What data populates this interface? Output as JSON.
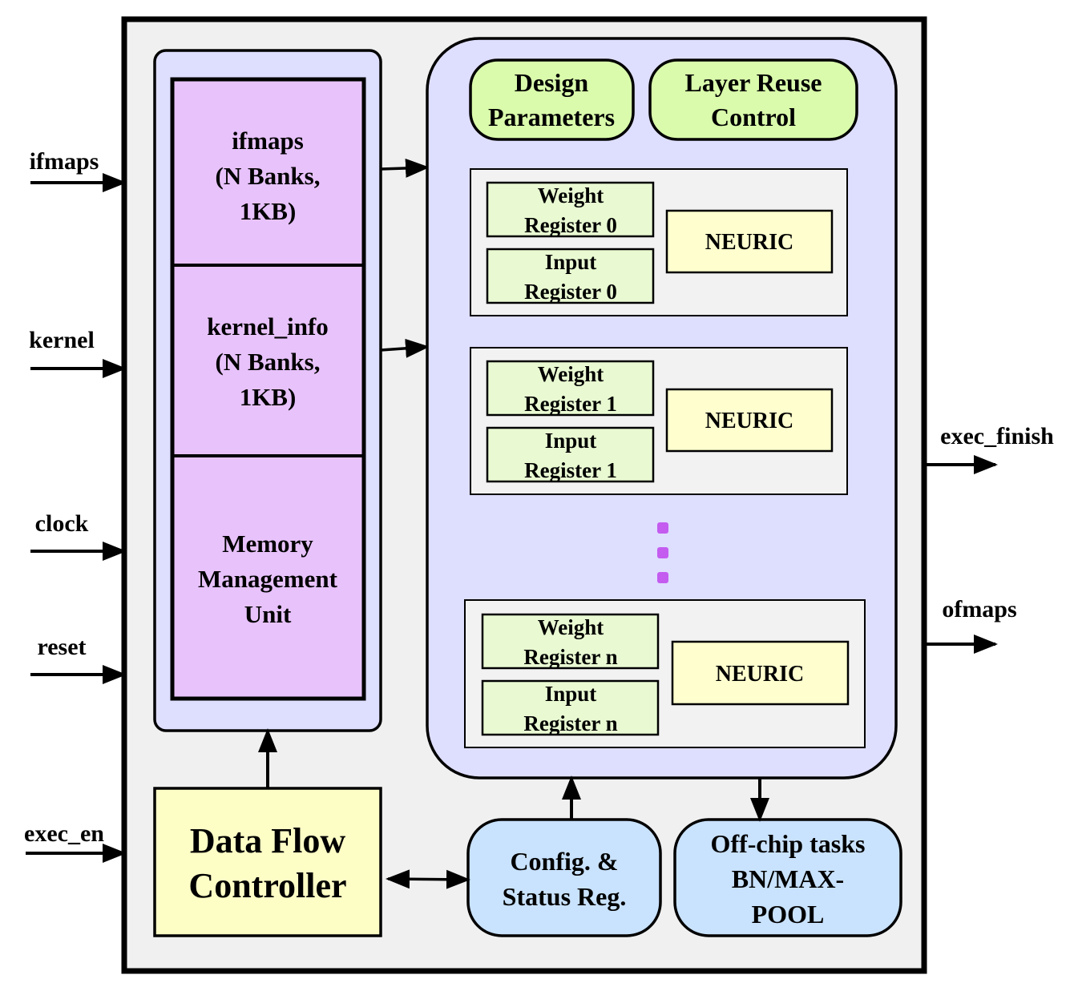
{
  "inputs": [
    "ifmaps",
    "kernel",
    "clock",
    "reset",
    "exec_en"
  ],
  "outputs": [
    "exec_finish",
    "ofmaps"
  ],
  "memory": [
    [
      "ifmaps",
      "(N Banks,",
      "1KB)"
    ],
    [
      "kernel_info",
      "(N Banks,",
      "1KB)"
    ],
    [
      "Memory",
      "Management",
      "Unit"
    ]
  ],
  "design_parameters": [
    "Design",
    "Parameters"
  ],
  "layer_reuse": [
    "Layer Reuse",
    "Control"
  ],
  "pe_units": [
    {
      "weight": [
        "Weight",
        "Register 0"
      ],
      "input": [
        "Input",
        "Register 0"
      ],
      "core": "NEURIC"
    },
    {
      "weight": [
        "Weight",
        "Register 1"
      ],
      "input": [
        "Input",
        "Register 1"
      ],
      "core": "NEURIC"
    },
    {
      "weight": [
        "Weight",
        "Register n"
      ],
      "input": [
        "Input",
        "Register n"
      ],
      "core": "NEURIC"
    }
  ],
  "data_flow_controller": [
    "Data Flow",
    "Controller"
  ],
  "config_status": [
    "Config. &",
    "Status Reg."
  ],
  "offchip": [
    "Off-chip tasks",
    "BN/MAX-",
    "POOL"
  ],
  "colors": {
    "outer_bg": "#f0f0f0",
    "lavender": "#dedeff",
    "memory": "#e8c2fb",
    "green": "#d9fbab",
    "reg": "#e9fad2",
    "neuric": "#fefece",
    "dfc": "#fdfdc6",
    "blue": "#c9e2fd",
    "pe_box": "#f2f2f2",
    "dots": "#c45cf0"
  }
}
